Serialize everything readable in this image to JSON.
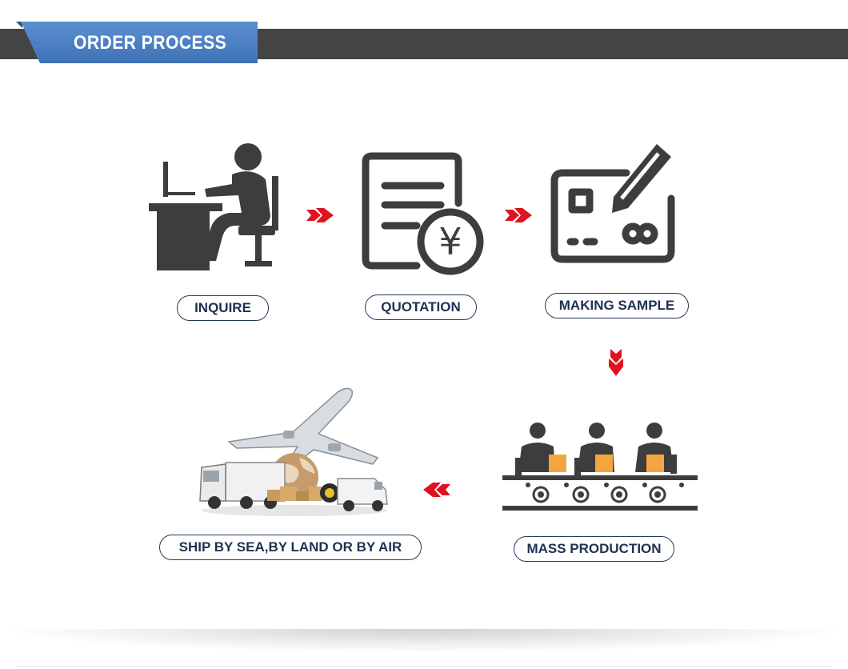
{
  "header": {
    "title": "ORDER PROCESS"
  },
  "steps": {
    "inquire": {
      "label": "INQUIRE"
    },
    "quotation": {
      "label": "QUOTATION",
      "currency_symbol": "¥"
    },
    "making_sample": {
      "label": "MAKING SAMPLE"
    },
    "mass_production": {
      "label": "MASS PRODUCTION"
    },
    "ship": {
      "label": "SHIP BY SEA,BY LAND OR BY AIR"
    }
  },
  "colors": {
    "icon": "#3d3d3d",
    "arrow": "#e0121f",
    "header_tab": "#4a7fc1",
    "header_bar": "#444444",
    "label_border": "#243a5a",
    "box": "#f5a540"
  }
}
